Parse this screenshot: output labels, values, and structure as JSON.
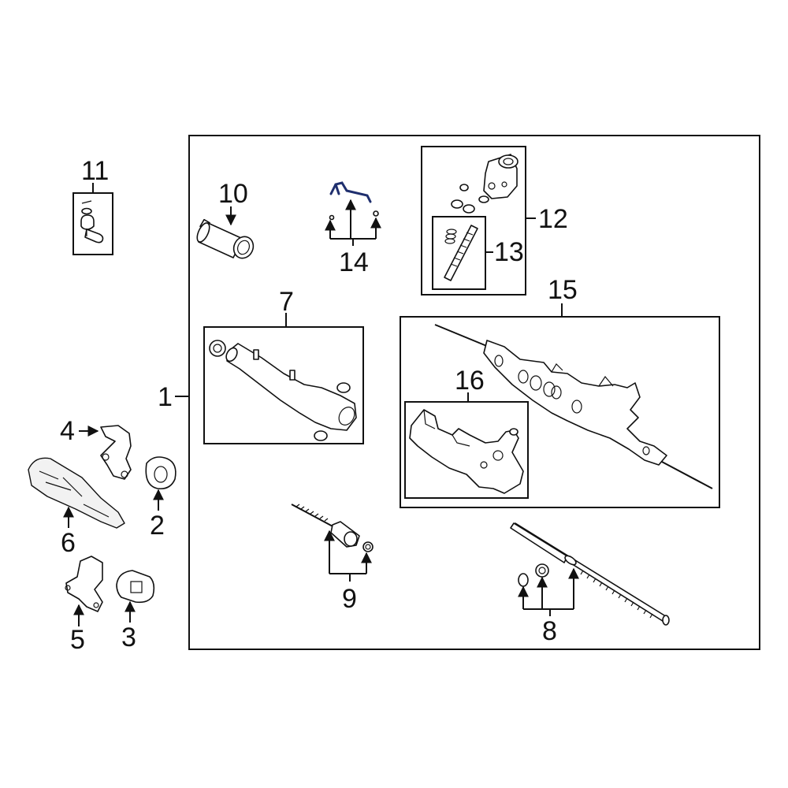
{
  "callouts": {
    "c1": "1",
    "c2": "2",
    "c3": "3",
    "c4": "4",
    "c5": "5",
    "c6": "6",
    "c7": "7",
    "c8": "8",
    "c9": "9",
    "c10": "10",
    "c11": "11",
    "c12": "12",
    "c13": "13",
    "c14": "14",
    "c15": "15",
    "c16": "16"
  },
  "colors": {
    "outline": "#111111",
    "highlight": "#1f2f6e",
    "background": "#ffffff"
  }
}
